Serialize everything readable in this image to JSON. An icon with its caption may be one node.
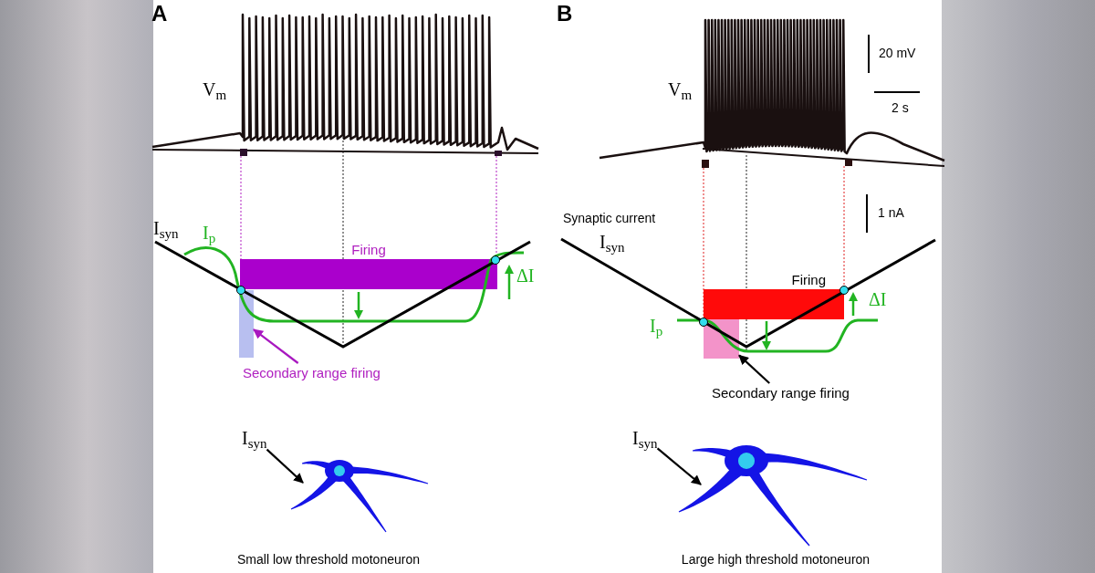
{
  "diagram": {
    "nodes": [
      {
        "text": [
          "Secondary range firing"
        ]
      },
      {
        "text": [],
        "shape": "bar"
      },
      {
        "text": [
          "Firing"
        ]
      },
      {
        "text": [
          "I$_{syn}$"
        ]
      },
      {
        "text": [],
        "shape": "picture",
        "beside": [
          "Small low threshold motoneuron"
        ]
      },
      {
        "text": [
          "Secondary range firing"
        ]
      },
      {
        "text": [],
        "shape": "bar"
      },
      {
        "text": [
          "Firing"
        ]
      },
      {
        "text": [
          "I$_{syn}$"
        ]
      },
      {
        "text": [],
        "shape": "picture",
        "beside": [
          "Large high threshold motoneuron"
        ]
      }
    ],
    "edges": [
      {
        "from": 0,
        "to": 1,
        "arrow": "to",
        "color": "#a818c0"
      },
      {
        "from": 3,
        "to": 4,
        "arrow": "to"
      },
      {
        "from": 5,
        "to": 6,
        "arrow": "to"
      },
      {
        "from": 8,
        "to": 9,
        "arrow": "to"
      }
    ],
    "labels": [
      "A",
      "V$_{m}$",
      "I$_{syn}$",
      "I$_{p}$",
      "ΔI",
      "B",
      "20 mV",
      "2 s",
      "V$_{m}$",
      "Synaptic current",
      "1 nA",
      "I$_{syn}$",
      "I$_{p}$",
      "ΔI"
    ]
  }
}
